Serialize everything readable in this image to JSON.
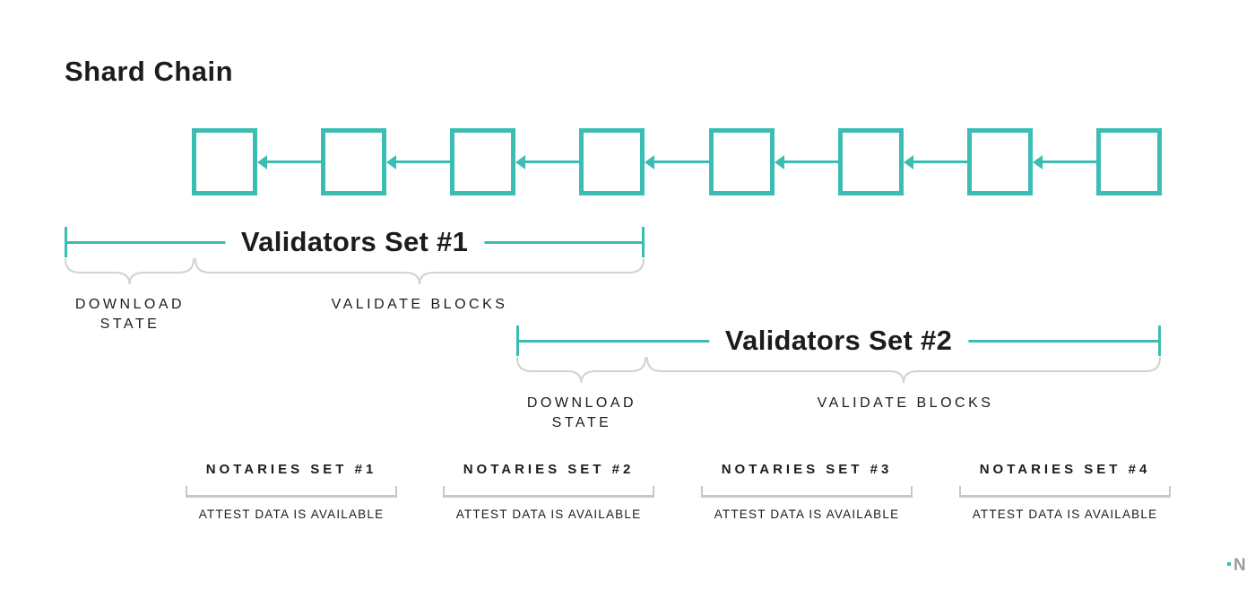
{
  "title": "Shard Chain",
  "colors": {
    "teal": "#3CBDB3",
    "brace_gray": "#D2D2D2",
    "line_gray": "#C8C8C8",
    "text": "#1C1C1C",
    "logo_gray": "#9B9B9B"
  },
  "chain": {
    "block_count": 8
  },
  "validator_sets": [
    {
      "label": "Validators Set #1",
      "download_line1": "DOWNLOAD",
      "download_line2": "STATE",
      "validate_label": "VALIDATE BLOCKS"
    },
    {
      "label": "Validators Set #2",
      "download_line1": "DOWNLOAD",
      "download_line2": "STATE",
      "validate_label": "VALIDATE BLOCKS"
    }
  ],
  "notary_sets": [
    {
      "label": "NOTARIES SET #1",
      "caption": "ATTEST DATA IS AVAILABLE"
    },
    {
      "label": "NOTARIES SET #2",
      "caption": "ATTEST DATA IS AVAILABLE"
    },
    {
      "label": "NOTARIES SET #3",
      "caption": "ATTEST DATA IS AVAILABLE"
    },
    {
      "label": "NOTARIES SET #4",
      "caption": "ATTEST DATA IS AVAILABLE"
    }
  ],
  "logo": {
    "letter": "N"
  }
}
